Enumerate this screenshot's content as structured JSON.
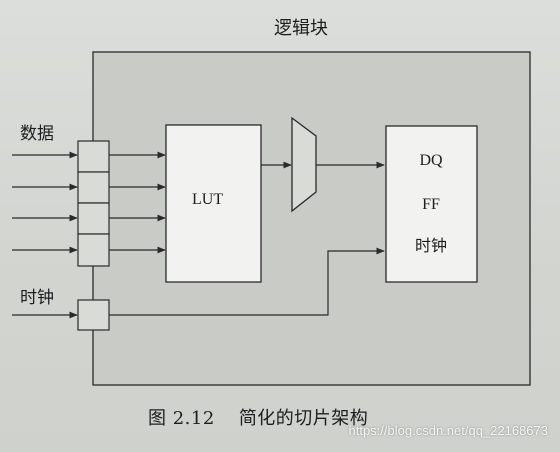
{
  "title": "逻辑块",
  "inputs": {
    "data_label": "数据",
    "clock_label": "时钟"
  },
  "lut": {
    "label": "LUT"
  },
  "flipflop": {
    "lines": [
      "DQ",
      "FF",
      "时钟"
    ]
  },
  "caption": {
    "number": "图 2.12",
    "text": "简化的切片架构"
  },
  "watermark": "https://blog.csdn.net/qq_22168673",
  "colors": {
    "block_fill": "#c9cbc7",
    "box_fill": "#f2f3f0",
    "stroke": "#2a2a2a"
  }
}
